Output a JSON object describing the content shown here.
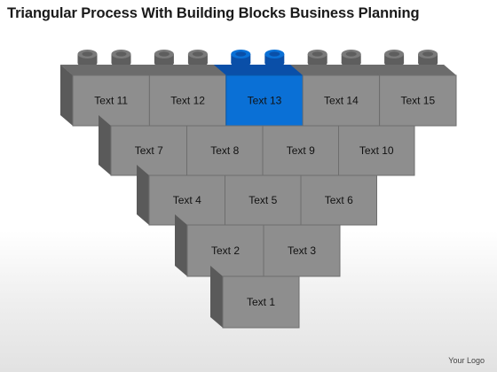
{
  "title": "Triangular Process With Building Blocks Business Planning",
  "logo": "Your Logo",
  "colors": {
    "block": "#8e8e8e",
    "block_side": "#5a5a5a",
    "block_border": "#6e6e6e",
    "highlight": "#0a70d6",
    "highlight_side": "#0a4fa8",
    "stud": "#7a7a7a"
  },
  "rows": [
    {
      "blocks": [
        {
          "label": "Text 11",
          "highlight": false
        },
        {
          "label": "Text 12",
          "highlight": false
        },
        {
          "label": "Text 13",
          "highlight": true
        },
        {
          "label": "Text 14",
          "highlight": false
        },
        {
          "label": "Text 15",
          "highlight": false
        }
      ]
    },
    {
      "blocks": [
        {
          "label": "Text 7",
          "highlight": false
        },
        {
          "label": "Text 8",
          "highlight": false
        },
        {
          "label": "Text 9",
          "highlight": false
        },
        {
          "label": "Text 10",
          "highlight": false
        }
      ]
    },
    {
      "blocks": [
        {
          "label": "Text 4",
          "highlight": false
        },
        {
          "label": "Text 5",
          "highlight": false
        },
        {
          "label": "Text 6",
          "highlight": false
        }
      ]
    },
    {
      "blocks": [
        {
          "label": "Text 2",
          "highlight": false
        },
        {
          "label": "Text 3",
          "highlight": false
        }
      ]
    },
    {
      "blocks": [
        {
          "label": "Text 1",
          "highlight": false
        }
      ]
    }
  ]
}
